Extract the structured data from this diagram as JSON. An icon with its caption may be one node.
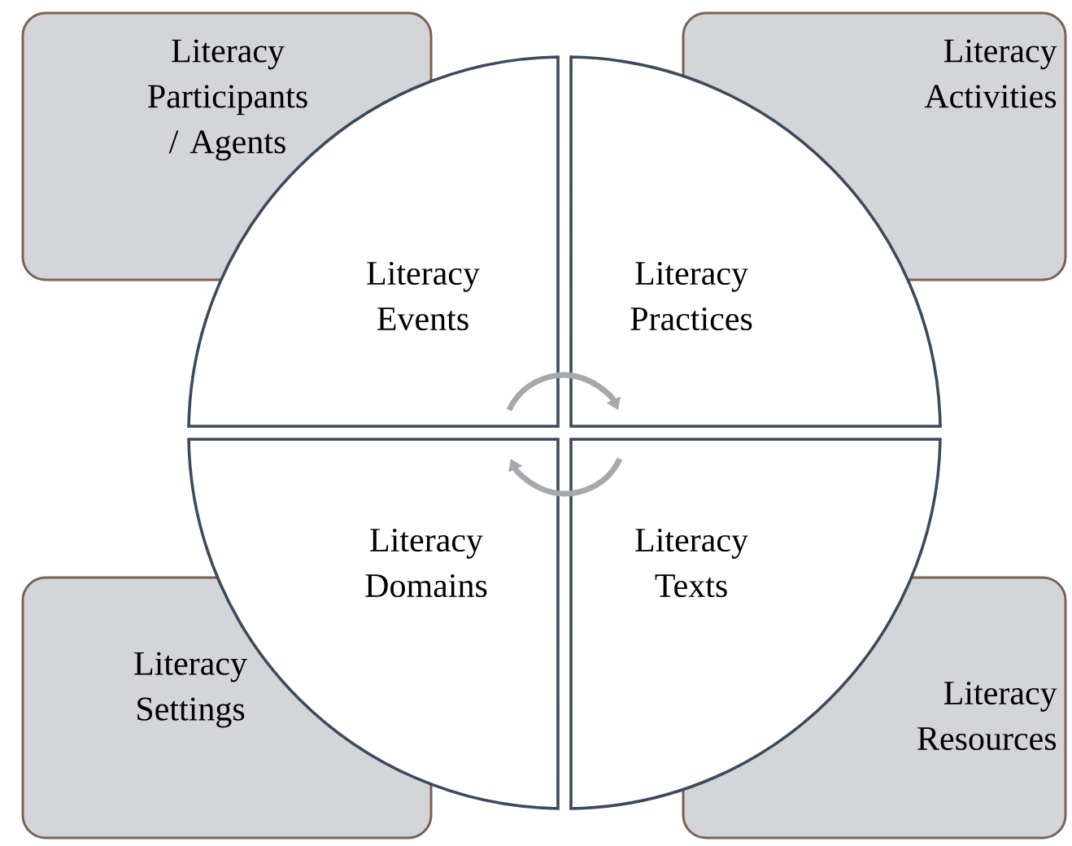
{
  "diagram": {
    "nodes": [
      {
        "text": [
          "Literacy Participants / Agents"
        ]
      },
      {
        "text": [
          "Literacy Activities"
        ]
      },
      {
        "text": [
          "Literacy Events"
        ]
      },
      {
        "text": [
          "Literacy Practices"
        ]
      },
      {
        "text": [
          "Literacy Domains"
        ]
      },
      {
        "text": [
          "Literacy Texts"
        ]
      },
      {
        "text": [
          "Literacy Settings"
        ]
      },
      {
        "text": [
          "Literacy Resources"
        ]
      }
    ],
    "edges": [
      {
        "from": 2,
        "to": 3,
        "arrow": "to"
      },
      {
        "from": 5,
        "to": 4,
        "arrow": "to"
      }
    ]
  }
}
